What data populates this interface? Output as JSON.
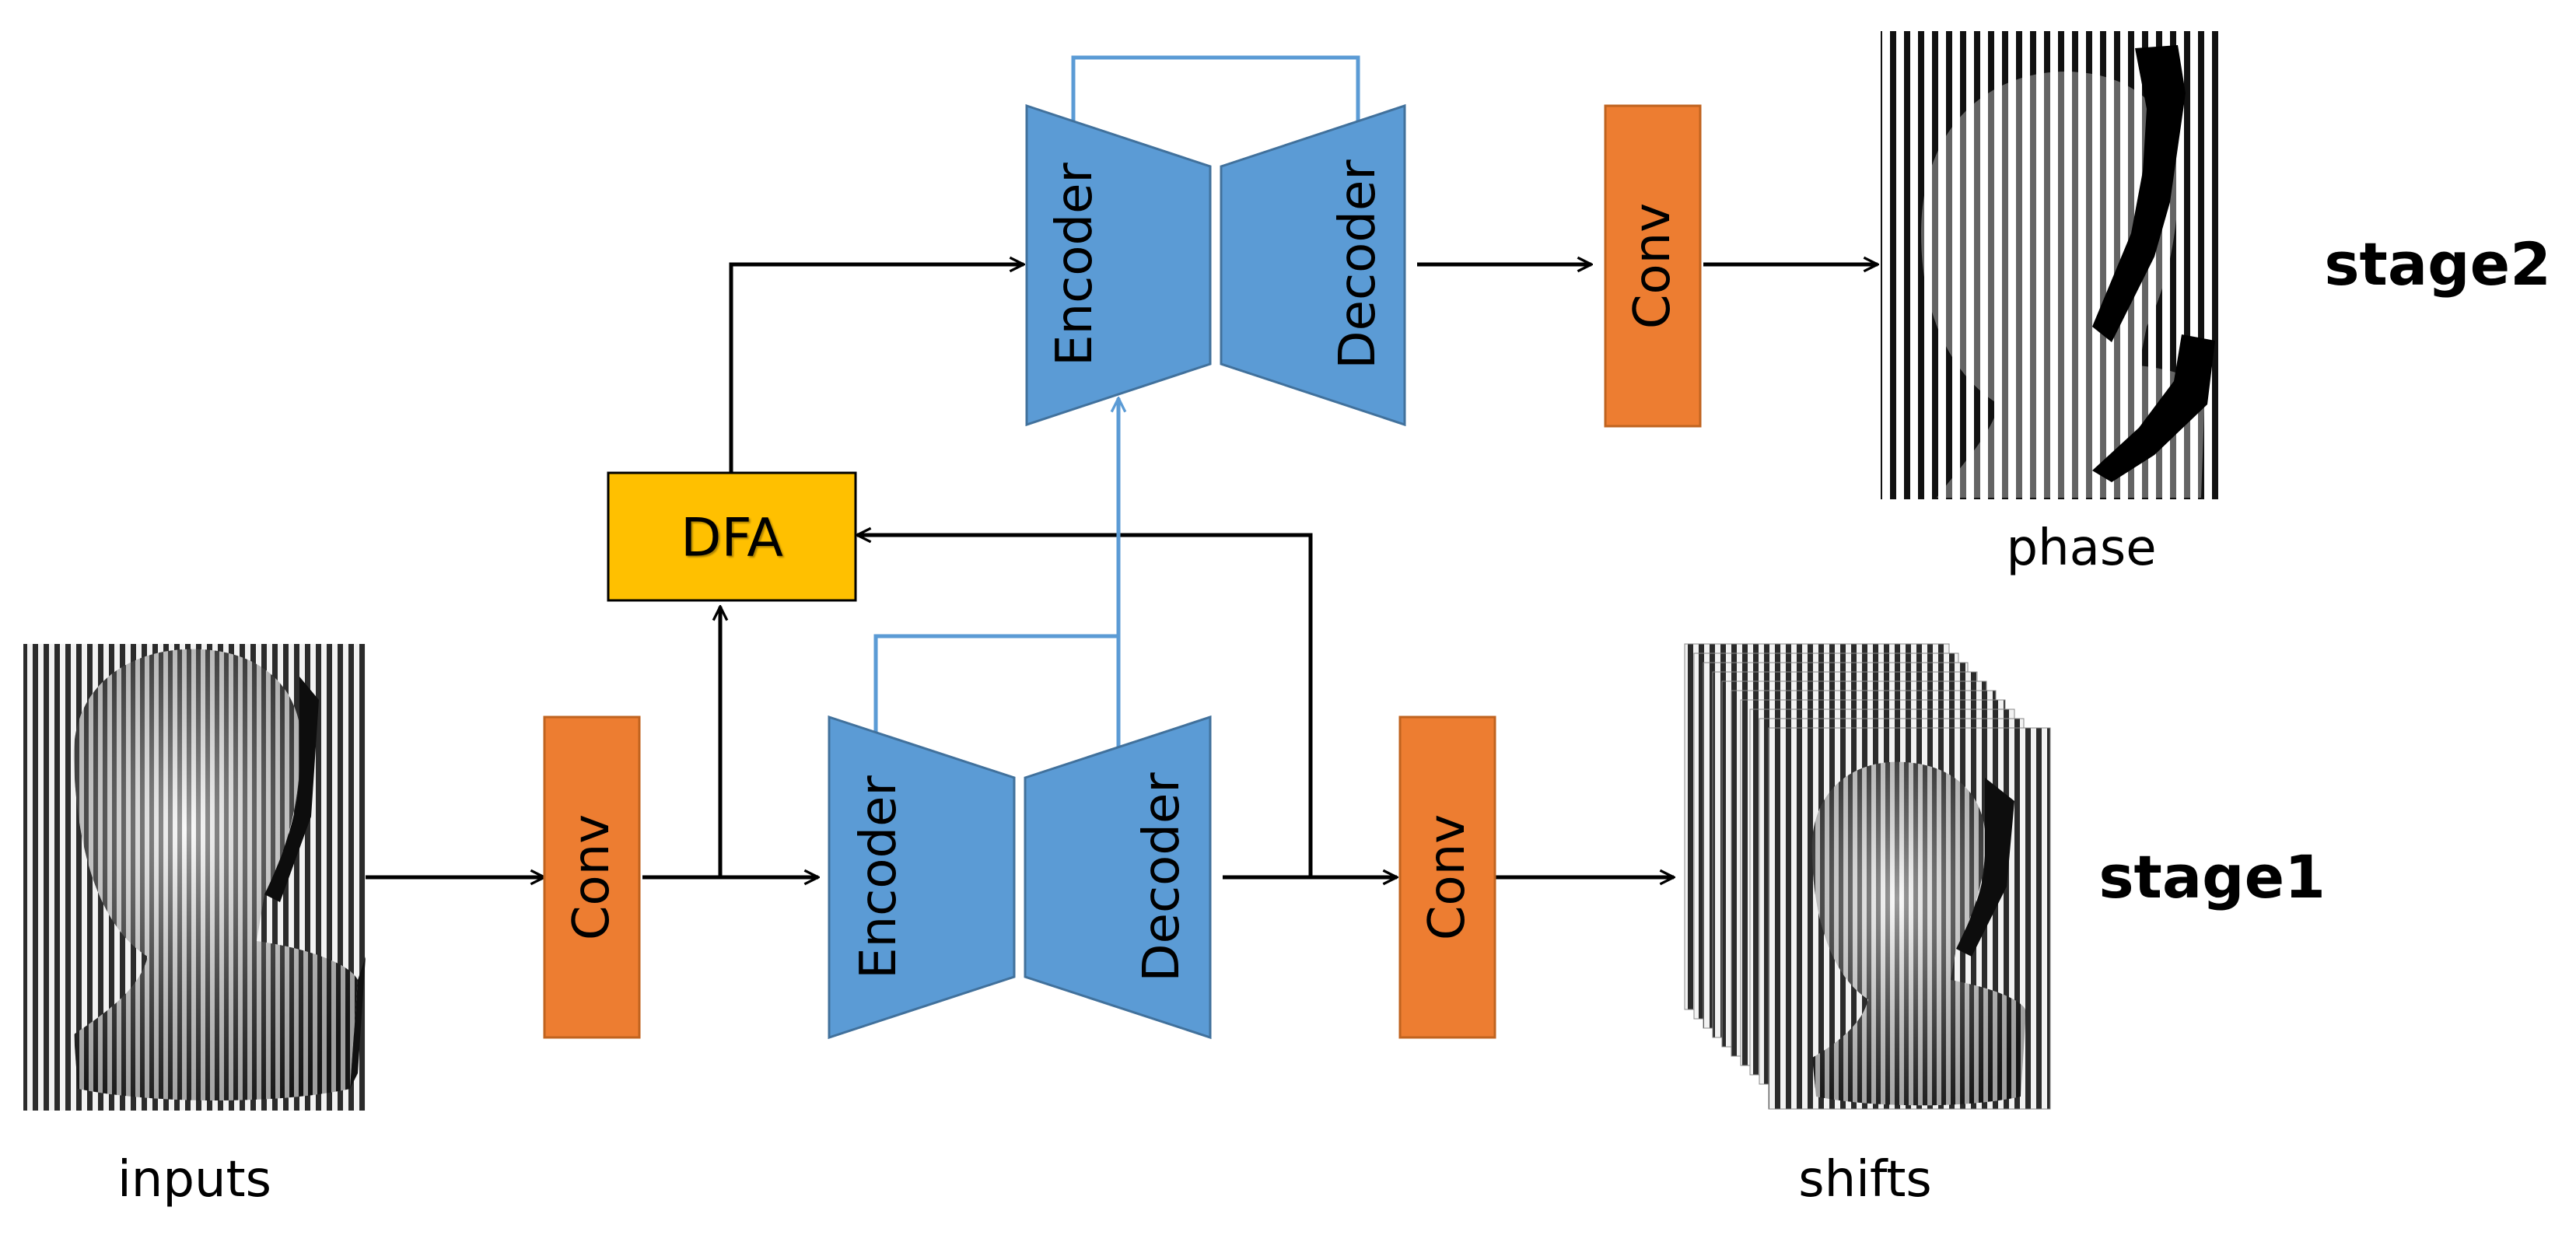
{
  "blocks": {
    "conv_input": "Conv",
    "encoder1": "Encoder",
    "decoder1": "Decoder",
    "conv_stage1": "Conv",
    "dfa": "DFA",
    "encoder2": "Encoder",
    "decoder2": "Decoder",
    "conv_stage2": "Conv"
  },
  "labels": {
    "inputs": "inputs",
    "shifts": "shifts",
    "phase": "phase",
    "stage1": "stage1",
    "stage2": "stage2"
  },
  "colors": {
    "conv": "#ED7D31",
    "encoder_decoder": "#5B9BD5",
    "dfa": "#FFC000",
    "skip_connection": "#5B9BD5",
    "arrow": "#000000"
  }
}
